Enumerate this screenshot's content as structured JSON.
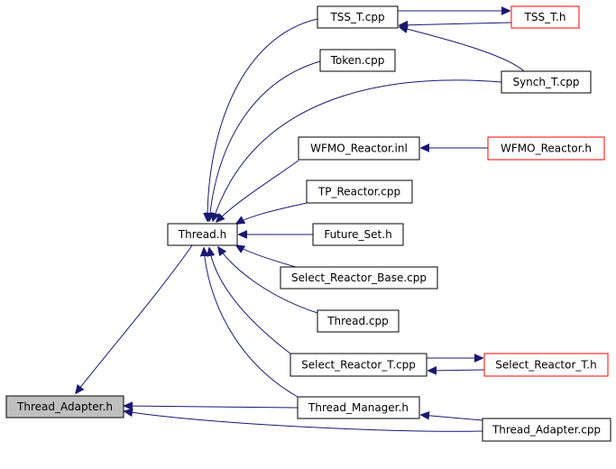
{
  "colors": {
    "edge": "#191970",
    "box_border_default": "#000000",
    "box_border_external": "#ff0000",
    "box_fill_default": "#ffffff",
    "box_fill_focus": "#bfbfbf"
  },
  "nodes": {
    "thread_adapter_h": {
      "label": "Thread_Adapter.h",
      "style": "focus"
    },
    "thread_h": {
      "label": "Thread.h",
      "style": "default"
    },
    "tss_t_cpp": {
      "label": "TSS_T.cpp",
      "style": "default"
    },
    "tss_t_h": {
      "label": "TSS_T.h",
      "style": "external"
    },
    "token_cpp": {
      "label": "Token.cpp",
      "style": "default"
    },
    "synch_t_cpp": {
      "label": "Synch_T.cpp",
      "style": "default"
    },
    "wfmo_reactor_inl": {
      "label": "WFMO_Reactor.inl",
      "style": "default"
    },
    "wfmo_reactor_h": {
      "label": "WFMO_Reactor.h",
      "style": "external"
    },
    "tp_reactor_cpp": {
      "label": "TP_Reactor.cpp",
      "style": "default"
    },
    "future_set_h": {
      "label": "Future_Set.h",
      "style": "default"
    },
    "select_reactor_base_cpp": {
      "label": "Select_Reactor_Base.cpp",
      "style": "default"
    },
    "thread_cpp": {
      "label": "Thread.cpp",
      "style": "default"
    },
    "select_reactor_t_cpp": {
      "label": "Select_Reactor_T.cpp",
      "style": "default"
    },
    "select_reactor_t_h": {
      "label": "Select_Reactor_T.h",
      "style": "external"
    },
    "thread_manager_h": {
      "label": "Thread_Manager.h",
      "style": "default"
    },
    "thread_adapter_cpp": {
      "label": "Thread_Adapter.cpp",
      "style": "default"
    }
  },
  "edges": [
    {
      "from": "thread_h",
      "to": "thread_adapter_h"
    },
    {
      "from": "thread_manager_h",
      "to": "thread_adapter_h"
    },
    {
      "from": "thread_adapter_cpp",
      "to": "thread_adapter_h"
    },
    {
      "from": "tss_t_cpp",
      "to": "thread_h"
    },
    {
      "from": "token_cpp",
      "to": "thread_h"
    },
    {
      "from": "synch_t_cpp",
      "to": "thread_h"
    },
    {
      "from": "wfmo_reactor_inl",
      "to": "thread_h"
    },
    {
      "from": "tp_reactor_cpp",
      "to": "thread_h"
    },
    {
      "from": "future_set_h",
      "to": "thread_h"
    },
    {
      "from": "select_reactor_base_cpp",
      "to": "thread_h"
    },
    {
      "from": "thread_cpp",
      "to": "thread_h"
    },
    {
      "from": "select_reactor_t_cpp",
      "to": "thread_h"
    },
    {
      "from": "thread_manager_h",
      "to": "thread_h"
    },
    {
      "from": "tss_t_cpp",
      "to": "tss_t_h"
    },
    {
      "from": "tss_t_h",
      "to": "tss_t_cpp"
    },
    {
      "from": "synch_t_cpp",
      "to": "tss_t_cpp"
    },
    {
      "from": "wfmo_reactor_h",
      "to": "wfmo_reactor_inl"
    },
    {
      "from": "select_reactor_t_cpp",
      "to": "select_reactor_t_h"
    },
    {
      "from": "select_reactor_t_h",
      "to": "select_reactor_t_cpp"
    },
    {
      "from": "thread_adapter_cpp",
      "to": "thread_manager_h"
    }
  ]
}
